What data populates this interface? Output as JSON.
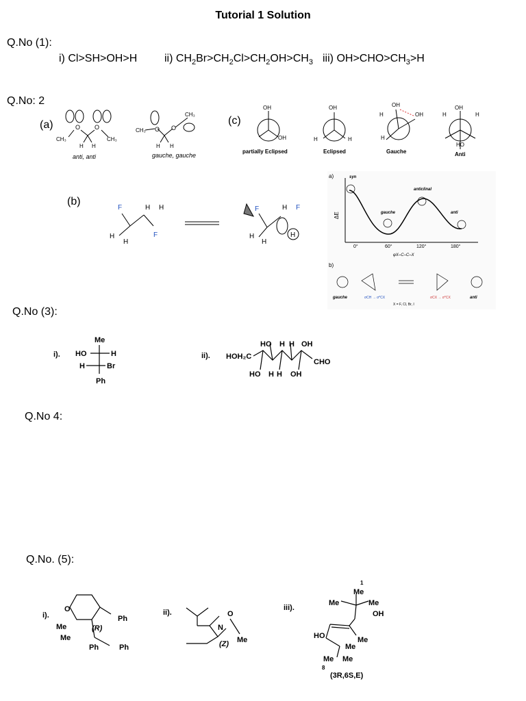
{
  "title": "Tutorial 1 Solution",
  "q1": {
    "heading": "Q.No (1):",
    "i": "i) Cl>SH>OH>H",
    "ii_prefix": "ii)",
    "iii": "iii) OH>CHO>CH",
    "iii_tail": ">H"
  },
  "q2": {
    "heading": "Q.No: 2",
    "part_a": "(a)",
    "part_b": "(b)",
    "part_c": "(c)",
    "a_captions": [
      "anti, anti",
      "gauche, gauche"
    ],
    "c_captions": [
      "partially Eclipsed",
      "Eclipsed",
      "Gauche",
      "Anti"
    ],
    "energy_plot": {
      "panel_a": "a)",
      "panel_b": "b)",
      "ylabel": "ΔE",
      "xticks": [
        "0°",
        "60°",
        "120°",
        "180°"
      ],
      "xlabel": "φX–C–C–X",
      "labels": [
        "syn",
        "gauche",
        "anticlinal",
        "anti"
      ],
      "bottom_labels": [
        "gauche",
        "anti"
      ],
      "legend": "X = F, Cl, Br, I",
      "sigma_labels": [
        "σCH → σ*CX",
        "σCX → σ*CX"
      ]
    }
  },
  "q3": {
    "heading": "Q.No (3):",
    "i": "i).",
    "ii": "ii).",
    "fischer": {
      "top": "Me",
      "left1": "HO",
      "right1": "H",
      "left2": "H",
      "right2": "Br",
      "bottom": "Ph"
    }
  },
  "q4": {
    "heading": "Q.No 4:"
  },
  "q5": {
    "heading": "Q.No. (5):",
    "i": "i).",
    "ii": "ii).",
    "iii": "iii).",
    "i_stereo": "(R)",
    "ii_stereo": "(Z)",
    "iii_descriptor": "(3R,6S,E)"
  }
}
